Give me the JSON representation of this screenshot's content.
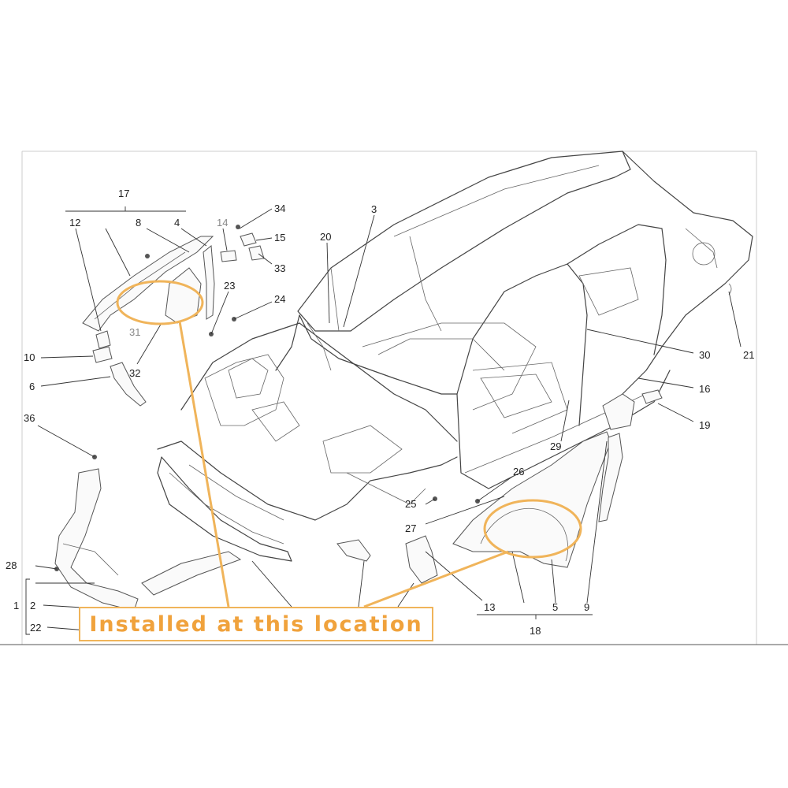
{
  "labels": {
    "l1": "1",
    "l2": "2",
    "l3": "3",
    "l4": "4",
    "l5": "5",
    "l6": "6",
    "l8": "8",
    "l9": "9",
    "l10": "10",
    "l12": "12",
    "l13": "13",
    "l14": "14",
    "l15": "15",
    "l16": "16",
    "l17": "17",
    "l18": "18",
    "l19": "19",
    "l20": "20",
    "l21": "21",
    "l22": "22",
    "l23": "23",
    "l24": "24",
    "l25": "25",
    "l26": "26",
    "l27": "27",
    "l28": "28",
    "l29": "29",
    "l30": "30",
    "l31": "31",
    "l32": "32",
    "l33": "33",
    "l34": "34",
    "l36": "36"
  },
  "callout": {
    "text": "Installed at this location"
  },
  "colors": {
    "highlight": "#f0b45a",
    "callout_text": "#f0a23c",
    "line_art": "#444444"
  }
}
